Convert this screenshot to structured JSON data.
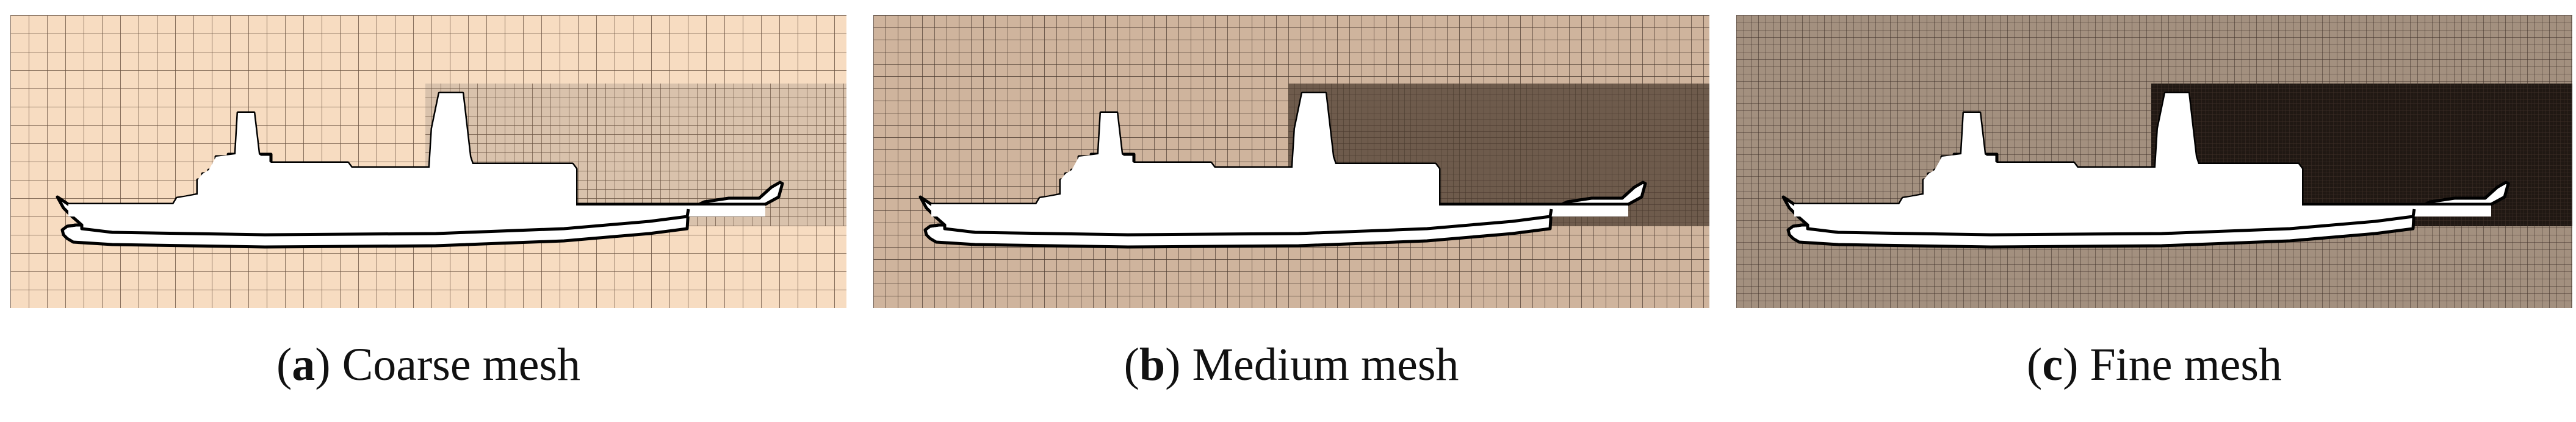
{
  "figure": {
    "panels": [
      {
        "id": "a",
        "letter": "a",
        "name": "Coarse mesh",
        "mesh": {
          "base_spacing": 30,
          "refined_spacing": 15,
          "base_color": "#f7dcc1",
          "refined_color": "#d9c2ac",
          "line_color": "#6b5443"
        }
      },
      {
        "id": "b",
        "letter": "b",
        "name": "Medium mesh",
        "mesh": {
          "base_spacing": 20,
          "refined_spacing": 10,
          "base_color": "#cfb49d",
          "refined_color": "#6e5b4c",
          "line_color": "#4a3a2e"
        }
      },
      {
        "id": "c",
        "letter": "c",
        "name": "Fine mesh",
        "mesh": {
          "base_spacing": 12,
          "refined_spacing": 6,
          "base_color": "#a3907f",
          "refined_color": "#201813",
          "line_color": "#3f3128"
        }
      }
    ],
    "caption_open": "(",
    "caption_close": ")"
  }
}
